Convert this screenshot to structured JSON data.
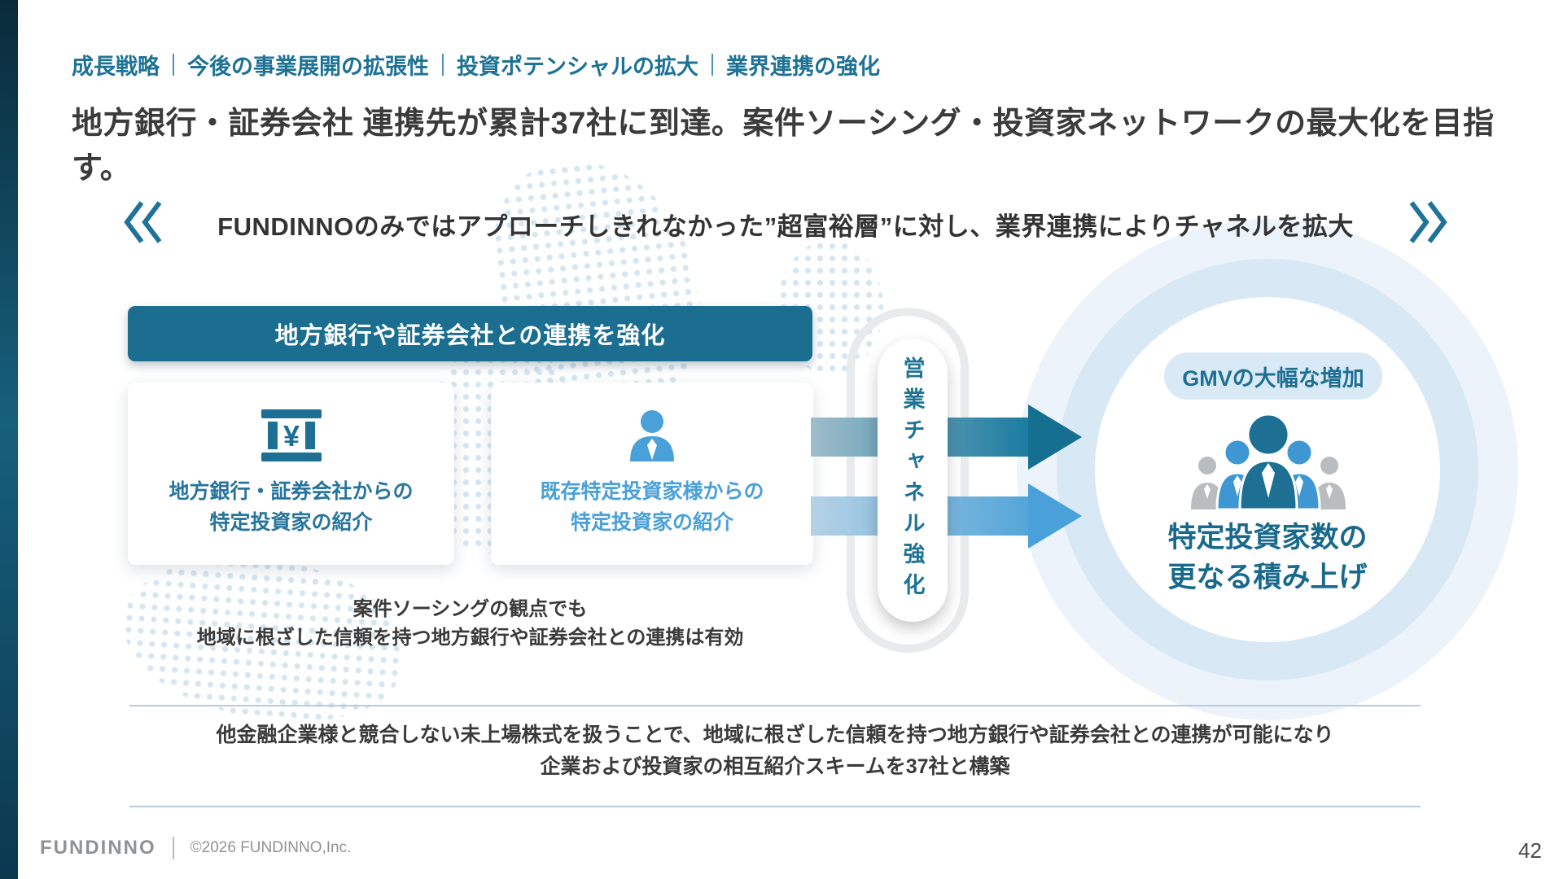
{
  "breadcrumb": {
    "items": [
      "成長戦略",
      "今後の事業展開の拡張性",
      "投資ポテンシャルの拡大",
      "業界連携の強化"
    ],
    "separator": "｜"
  },
  "title": "地方銀行・証券会社 連携先が累計37社に到達。案件ソーシング・投資家ネットワークの最大化を目指す。",
  "subtitle": "FUNDINNOのみではアプローチしきれなかった”超富裕層”に対し、業界連携によりチャネルを拡大",
  "flow": {
    "banner": "地方銀行や証券会社との連携を強化",
    "card_bank": {
      "icon": "bank-yen-icon",
      "line1": "地方銀行・証券会社からの",
      "line2": "特定投資家の紹介"
    },
    "card_investor": {
      "icon": "person-icon",
      "line1": "既存特定投資家様からの",
      "line2": "特定投資家の紹介"
    },
    "channel_pill": "営業チャネル強化",
    "note_line1": "案件ソーシングの観点でも",
    "note_line2": "地域に根ざした信頼を持つ地方銀行や証券会社との連携は有効",
    "result": {
      "badge": "GMVの大幅な増加",
      "icon": "people-group-icon",
      "line1": "特定投資家数の",
      "line2": "更なる積み上げ"
    }
  },
  "summary": {
    "line1": "他金融企業様と競合しない未上場株式を扱うことで、地域に根ざした信頼を持つ地方銀行や証券会社との連携が可能になり",
    "line2": "企業および投資家の相互紹介スキームを37社と構築"
  },
  "footer": {
    "logo": "FUNDINNO",
    "copyright": "©2026 FUNDINNO,Inc.",
    "page_number": "42"
  },
  "icons": {
    "yen_glyph": "¥",
    "left_chevrons": "double-chevron-left-icon",
    "right_chevrons": "double-chevron-right-icon"
  },
  "colors": {
    "accent_teal": "#1c6e90",
    "teal_text": "#1f7397",
    "light_blue": "#4aa0d8",
    "badge_bg": "#d9e9f6",
    "title_gray": "#3b3b3b",
    "edge_bar_dark": "#0a2a3a"
  }
}
